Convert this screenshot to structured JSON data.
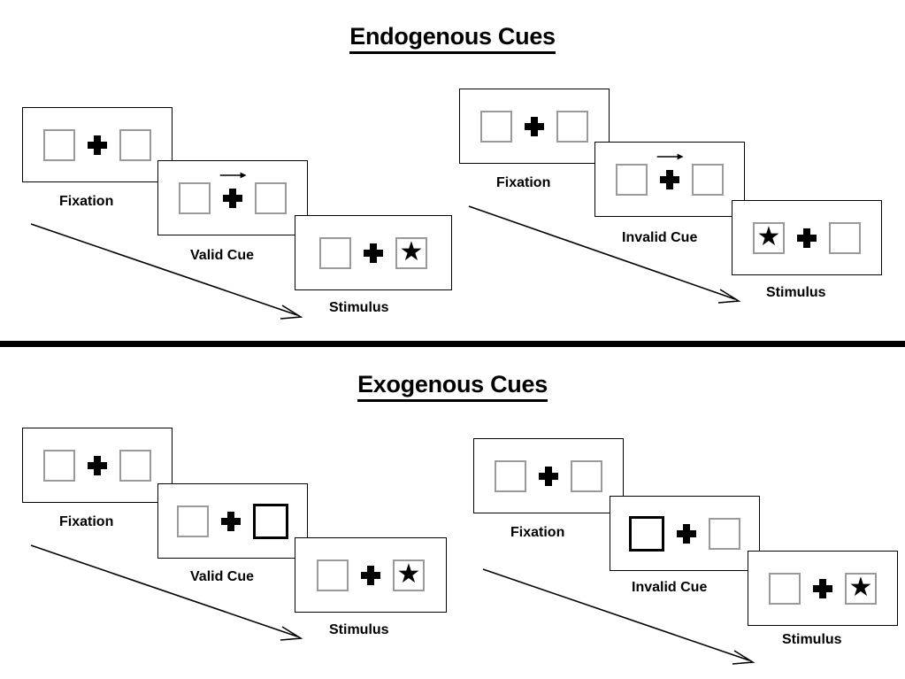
{
  "figure": {
    "title_endogenous": "Endogenous Cues",
    "title_exogenous": "Exogenous Cues",
    "divider_color": "#000000",
    "box_border_color": "#9a9a9a",
    "highlight_border_color": "#000000",
    "star_glyph": "★"
  },
  "sections": [
    {
      "id": "endogenous",
      "title": "Endogenous Cues",
      "columns": [
        {
          "id": "endogenous-valid",
          "cue_type": "Valid Cue",
          "screens": [
            {
              "caption": "Fixation",
              "left_box": "empty",
              "right_box": "empty",
              "cue": "none"
            },
            {
              "caption": "Valid Cue",
              "left_box": "empty",
              "right_box": "empty",
              "cue": "arrow-right"
            },
            {
              "caption": "Stimulus",
              "left_box": "empty",
              "right_box": "star",
              "cue": "none"
            }
          ]
        },
        {
          "id": "endogenous-invalid",
          "cue_type": "Invalid Cue",
          "screens": [
            {
              "caption": "Fixation",
              "left_box": "empty",
              "right_box": "empty",
              "cue": "none"
            },
            {
              "caption": "Invalid Cue",
              "left_box": "empty",
              "right_box": "empty",
              "cue": "arrow-right"
            },
            {
              "caption": "Stimulus",
              "left_box": "star",
              "right_box": "empty",
              "cue": "none"
            }
          ]
        }
      ]
    },
    {
      "id": "exogenous",
      "title": "Exogenous Cues",
      "columns": [
        {
          "id": "exogenous-valid",
          "cue_type": "Valid Cue",
          "screens": [
            {
              "caption": "Fixation",
              "left_box": "empty",
              "right_box": "empty",
              "cue": "none"
            },
            {
              "caption": "Valid Cue",
              "left_box": "empty",
              "right_box": "highlight",
              "cue": "none"
            },
            {
              "caption": "Stimulus",
              "left_box": "empty",
              "right_box": "star",
              "cue": "none"
            }
          ]
        },
        {
          "id": "exogenous-invalid",
          "cue_type": "Invalid Cue",
          "screens": [
            {
              "caption": "Fixation",
              "left_box": "empty",
              "right_box": "empty",
              "cue": "none"
            },
            {
              "caption": "Invalid Cue",
              "left_box": "highlight",
              "right_box": "empty",
              "cue": "none"
            },
            {
              "caption": "Stimulus",
              "left_box": "empty",
              "right_box": "star",
              "cue": "none"
            }
          ]
        }
      ]
    }
  ],
  "labels": {
    "fixation": "Fixation",
    "valid_cue": "Valid Cue",
    "invalid_cue": "Invalid Cue",
    "stimulus": "Stimulus"
  }
}
